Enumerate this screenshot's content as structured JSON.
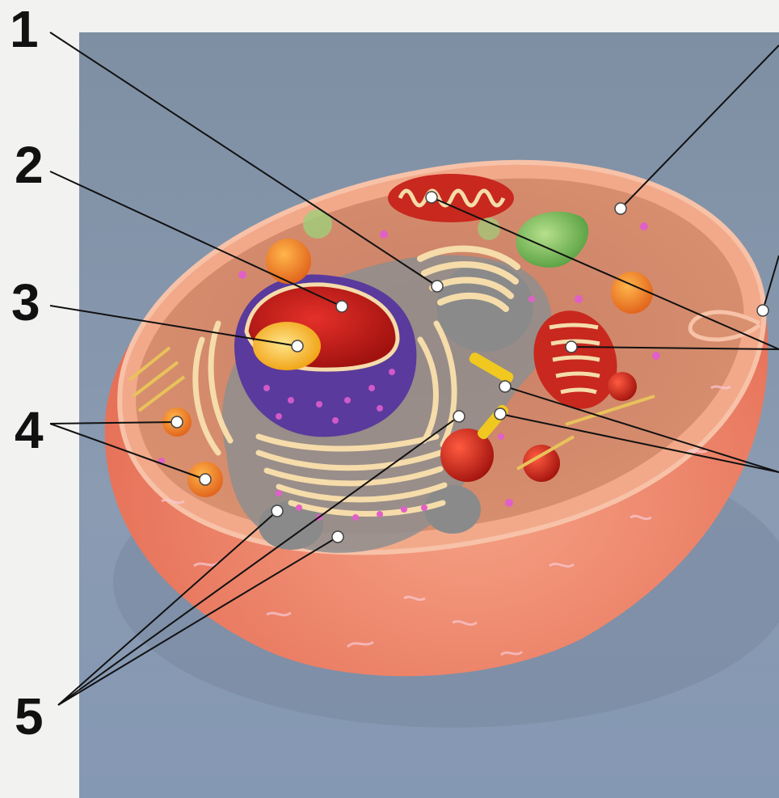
{
  "labels": {
    "one": "1",
    "two": "2",
    "three": "3",
    "four": "4",
    "five": "5"
  },
  "colors": {
    "page_background": "#f2f2f0",
    "panel_background": "#7c8fa4",
    "cytoplasm": "#d48466",
    "cell_membrane": "#f0a384",
    "cell_wall_outer": "#e97b5e",
    "nucleus_envelope": "#5e3ea0",
    "nucleolus": "#f2c21e",
    "er_fill": "#f5dcaa",
    "mitochondria": "#c8281e",
    "vacuole": "#8cc46a",
    "lysosome": "#f08a28",
    "label_lines": "#111111",
    "pointer_dots": "#ffffff"
  }
}
